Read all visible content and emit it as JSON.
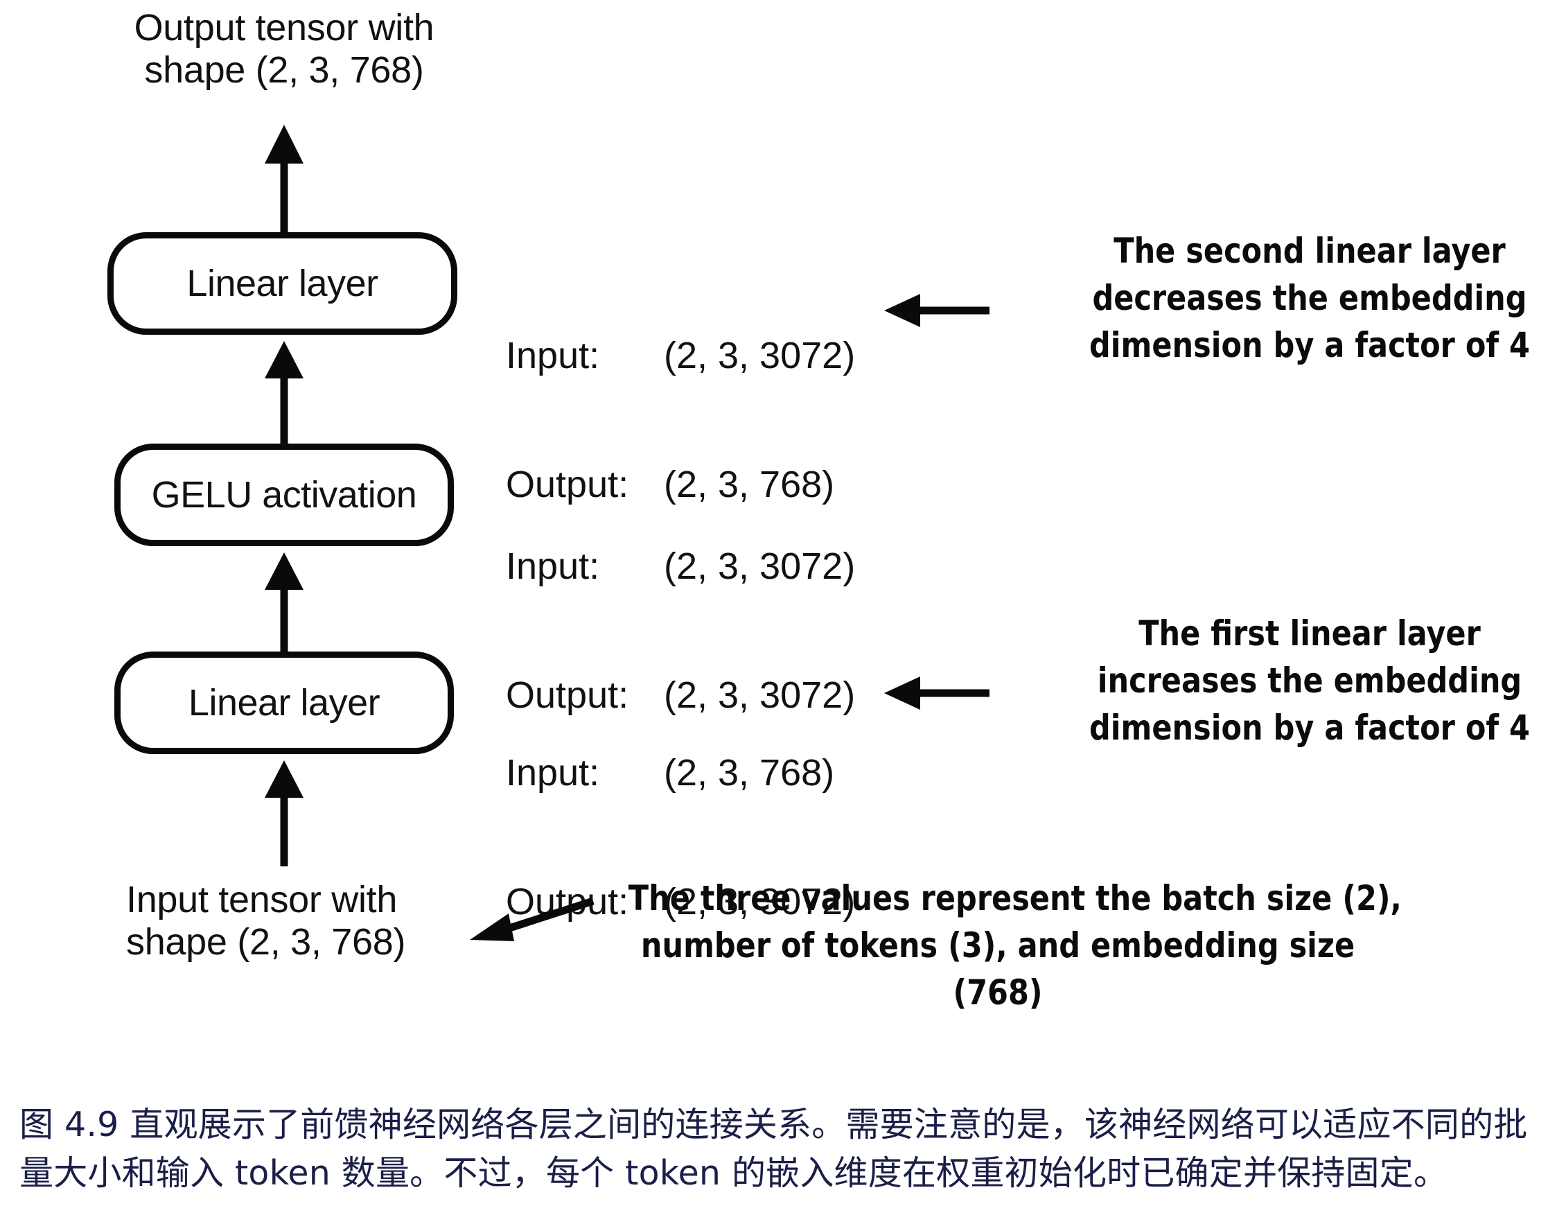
{
  "figure": {
    "top_label": "Output tensor with\nshape (2, 3, 768)",
    "bottom_label": "Input tensor with\nshape (2, 3, 768)",
    "blocks": [
      {
        "name": "linear-layer-2",
        "label": "Linear layer",
        "input_key": "Input:",
        "input_value": "(2, 3, 3072)",
        "output_key": "Output:",
        "output_value": "(2, 3, 768)"
      },
      {
        "name": "gelu-activation",
        "label": "GELU activation",
        "input_key": "Input:",
        "input_value": "(2, 3, 3072)",
        "output_key": "Output:",
        "output_value": "(2, 3, 3072)"
      },
      {
        "name": "linear-layer-1",
        "label": "Linear layer",
        "input_key": "Input:",
        "input_value": "(2, 3, 768)",
        "output_key": "Output:",
        "output_value": "(2, 3, 3072)"
      }
    ],
    "annotations": [
      {
        "name": "second-linear-layer-note",
        "text": "The second linear layer\ndecreases the embedding\ndimension by a factor of 4"
      },
      {
        "name": "first-linear-layer-note",
        "text": "The first linear layer\nincreases the embedding\ndimension by a factor of 4"
      },
      {
        "name": "three-values-note",
        "text": "The three values represent the batch size (2),\nnumber of tokens (3), and embedding size\n(768)"
      }
    ],
    "colors": {
      "stroke": "#0a0a0a",
      "text": "#111111",
      "caption": "#1b1f47",
      "background": "#ffffff"
    }
  },
  "caption": {
    "text": "图 4.9 直观展示了前馈神经网络各层之间的连接关系。需要注意的是，该神经网络可以适应不同的批量大小和输入 token 数量。不过，每个 token 的嵌入维度在权重初始化时已确定并保持固定。"
  }
}
